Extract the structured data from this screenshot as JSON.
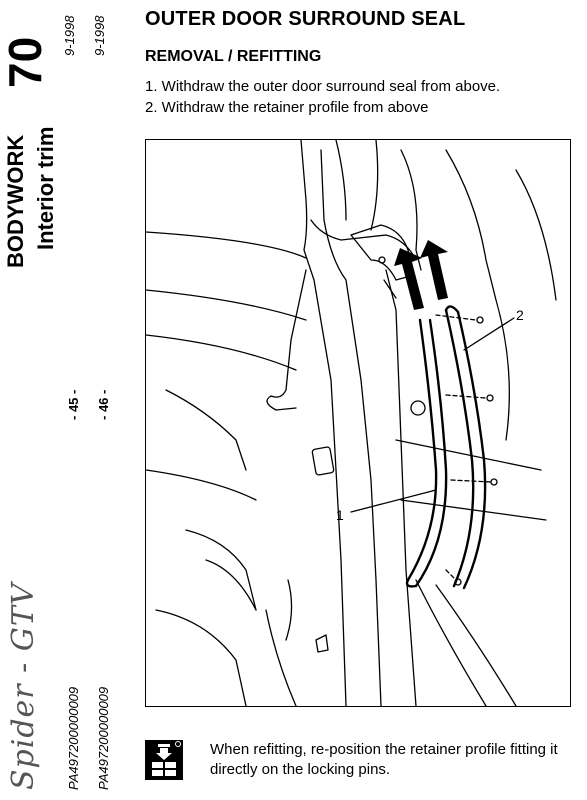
{
  "sidebar": {
    "section_number": "70",
    "section_title": "BODYWORK",
    "section_subtitle": "Interior trim",
    "dates": [
      "9-1998",
      "9-1998"
    ],
    "page_numbers": [
      "- 45 -",
      "- 46 -"
    ],
    "doc_codes": [
      "PA497200000009",
      "PA497200000009"
    ],
    "brand_logo": "Spider - GTV"
  },
  "header": {
    "title": "OUTER DOOR SURROUND SEAL",
    "subtitle": "REMOVAL / REFITTING",
    "steps": [
      "1. Withdraw the outer door surround seal from above.",
      "2. Withdraw the retainer profile from above"
    ]
  },
  "figure": {
    "callouts": [
      "1",
      "2"
    ]
  },
  "note": {
    "icon": "refitting-icon",
    "text": "When refitting, re-position the retainer profile fitting it directly on the locking pins."
  }
}
